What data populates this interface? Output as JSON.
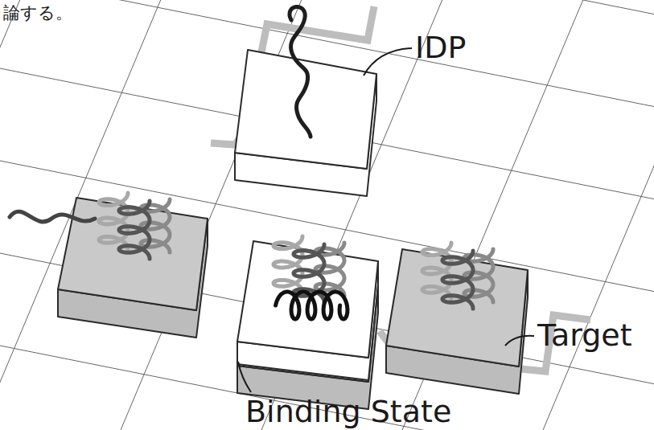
{
  "diagram": {
    "labels": [
      "論する。",
      "IDP",
      "Target",
      "Binding State"
    ]
  }
}
